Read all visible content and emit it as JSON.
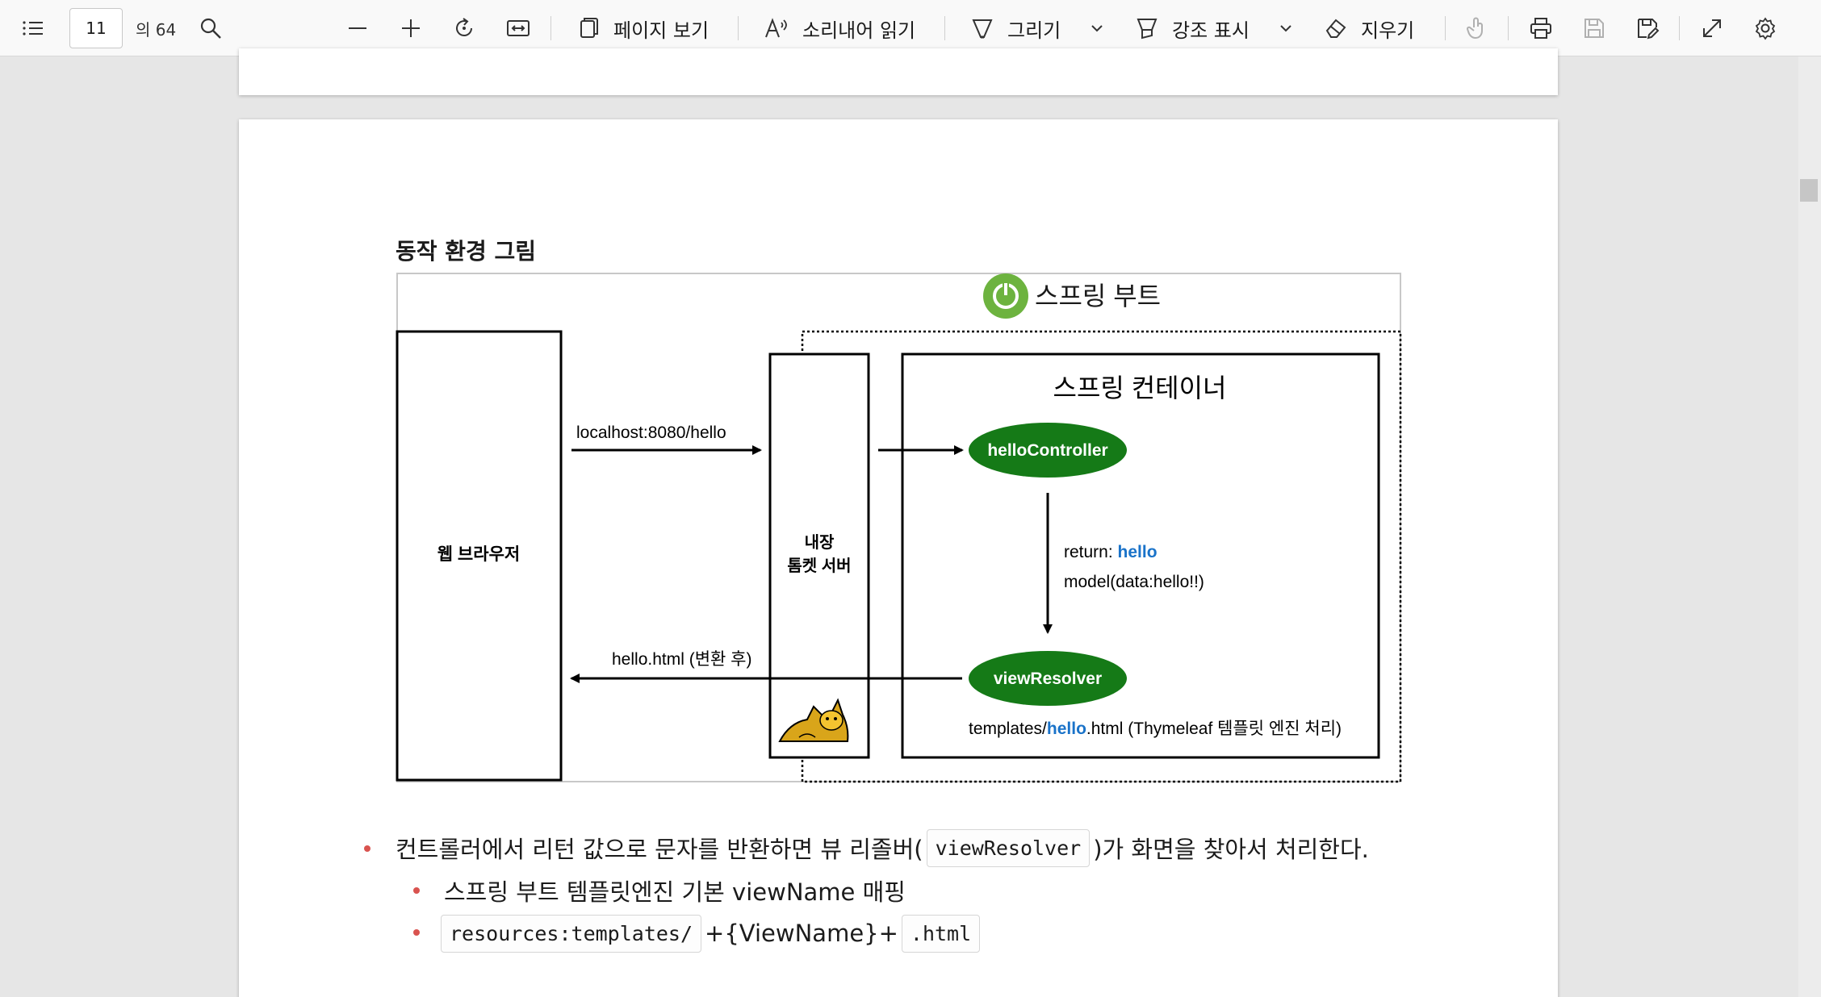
{
  "toolbar": {
    "page_number": "11",
    "page_total": "의 64",
    "page_view_label": "페이지 보기",
    "read_aloud_label": "소리내어 읽기",
    "draw_label": "그리기",
    "highlight_label": "강조 표시",
    "erase_label": "지우기"
  },
  "document": {
    "section_title": "동작 환경 그림",
    "diagram": {
      "spring_boot_label": "스프링 부트",
      "web_browser_label": "웹 브라우저",
      "tomcat_line1": "내장",
      "tomcat_line2": "톰켓 서버",
      "spring_container_label": "스프링 컨테이너",
      "request_label": "localhost:8080/hello",
      "response_label": "hello.html (변환 후)",
      "controller_label": "helloController",
      "view_resolver_label": "viewResolver",
      "return_prefix": "return: ",
      "return_value": "hello",
      "model_label": "model(data:hello!!)",
      "template_prefix": "templates/",
      "template_highlight": "hello",
      "template_suffix": ".html (Thymeleaf 템플릿 엔진 처리)"
    },
    "bullets": {
      "b1_text_before": "컨트롤러에서 리턴 값으로 문자를 반환하면 뷰 리졸버(",
      "b1_code": "viewResolver",
      "b1_text_after": ")가 화면을 찾아서 처리한다.",
      "b2_text": "스프링 부트 템플릿엔진 기본 viewName 매핑",
      "b3_code1": "resources:templates/",
      "b3_text": "+{ViewName}+",
      "b3_code2": ".html"
    }
  },
  "colors": {
    "accent_green": "#157a17",
    "spring_green": "#4caf3a",
    "highlight_blue": "#1a73c9",
    "bullet_red": "#d9534f"
  }
}
